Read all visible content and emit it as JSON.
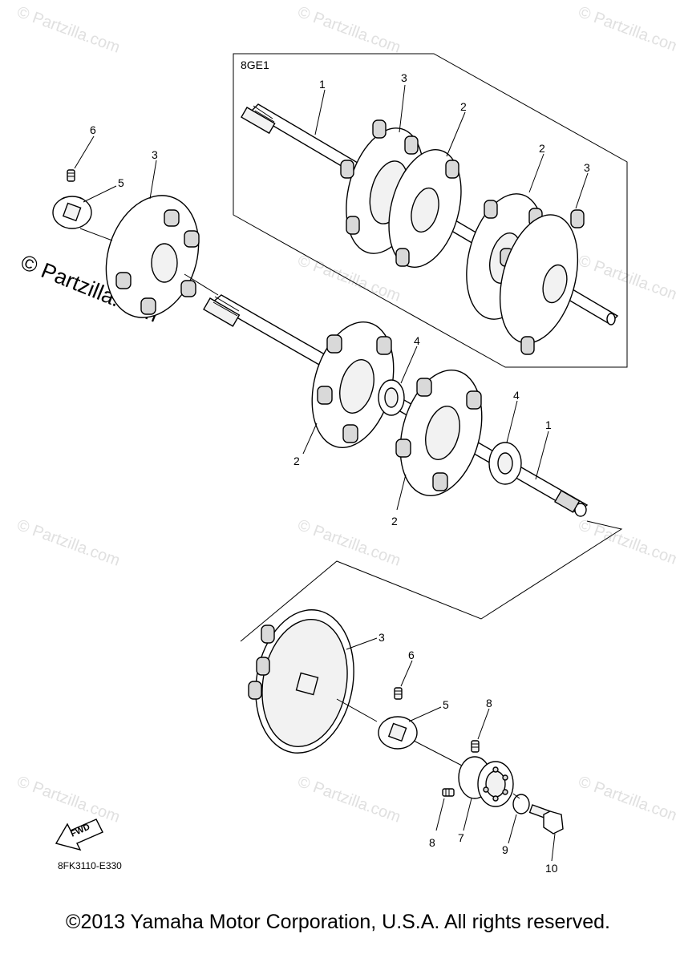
{
  "watermark_text": "© Partzilla.com",
  "variant_code": "8GE1",
  "drawing_code": "8FK3110-E330",
  "fwd_label": "FWD",
  "copyright": "©2013 Yamaha Motor Corporation, U.S.A. All rights reserved.",
  "callouts": {
    "inset_1": "1",
    "inset_3a": "3",
    "inset_2a": "2",
    "inset_2b": "2",
    "inset_3b": "3",
    "top_6": "6",
    "top_5": "5",
    "top_3": "3",
    "mid_4a": "4",
    "mid_4b": "4",
    "mid_1": "1",
    "mid_2a": "2",
    "mid_2b": "2",
    "low_3": "3",
    "low_6": "6",
    "low_5": "5",
    "low_8a": "8",
    "low_8b": "8",
    "low_7": "7",
    "low_9": "9",
    "low_10": "10"
  }
}
